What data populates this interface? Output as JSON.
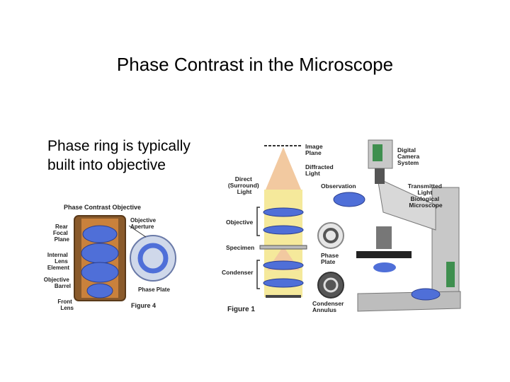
{
  "slide": {
    "title": "Phase Contrast in the Microscope",
    "bullet_lines": [
      "Phase ring is typically",
      "built into objective"
    ]
  },
  "figure4": {
    "heading": "Phase Contrast Objective",
    "labels": {
      "rear_focal_plane": [
        "Rear",
        "Focal",
        "Plane"
      ],
      "internal_lens_element": [
        "Internal",
        "Lens",
        "Element"
      ],
      "objective_barrel": [
        "Objective",
        "Barrel"
      ],
      "front_lens": [
        "Front",
        "Lens"
      ],
      "objective_aperture": [
        "Objective",
        "Aperture"
      ],
      "phase_plate": "Phase Plate"
    },
    "caption": "Figure 4"
  },
  "figure1": {
    "labels": {
      "image_plane": [
        "Image",
        "Plane"
      ],
      "diffracted_light": [
        "Diffracted",
        "Light"
      ],
      "direct_light": [
        "Direct",
        "(Surround)",
        "Light"
      ],
      "objective": "Objective",
      "specimen": "Specimen",
      "condenser": "Condenser",
      "phase_plate": [
        "Phase",
        "Plate"
      ],
      "condenser_annulus": [
        "Condenser",
        "Annulus"
      ],
      "observation": "Observation",
      "digital_camera_system": [
        "Digital",
        "Camera",
        "System"
      ],
      "transmitted_light_microscope": [
        "Transmitted",
        "Light",
        "Biological",
        "Microscope"
      ]
    },
    "caption": "Figure 1"
  },
  "colors": {
    "lens_blue": "#4f6fd8",
    "barrel_brown": "#8a5a2b",
    "beam_orange": "#f2c9a0",
    "beam_yellow": "#f3e58a",
    "microscope_gray": "#c8c8c8"
  }
}
